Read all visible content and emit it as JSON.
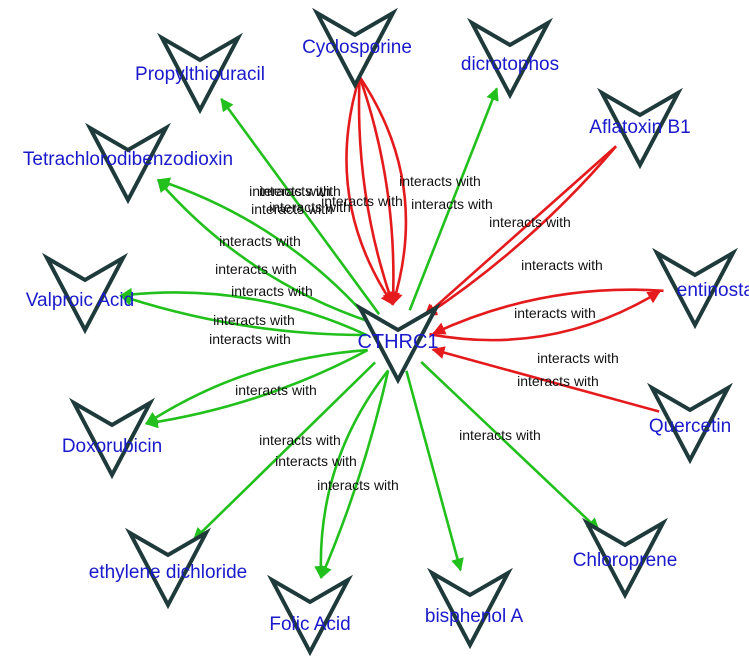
{
  "graph": {
    "center": {
      "id": "CTHRC1",
      "label": "CTHRC1"
    },
    "colors": {
      "decrease": "#e41a1c",
      "increase": "#22c01c",
      "node_stroke": "#1f3a3a",
      "node_label": "#1a1acc",
      "edge_label": "#111111"
    },
    "nodes": [
      {
        "id": "cyclosporine",
        "label": "Cyclosporine"
      },
      {
        "id": "dicrotophos",
        "label": "dicrotophos"
      },
      {
        "id": "propylthiouracil",
        "label": "Propylthiouracil"
      },
      {
        "id": "aflatoxin",
        "label": "Aflatoxin B1"
      },
      {
        "id": "tcdd",
        "label": "Tetrachlorodibenzodioxin"
      },
      {
        "id": "entinostat",
        "label": "entinostat"
      },
      {
        "id": "valproic",
        "label": "Valproic Acid"
      },
      {
        "id": "quercetin",
        "label": "Quercetin"
      },
      {
        "id": "doxorubicin",
        "label": "Doxorubicin"
      },
      {
        "id": "chloroprene",
        "label": "Chloroprene"
      },
      {
        "id": "ethylene",
        "label": "ethylene dichloride"
      },
      {
        "id": "folic",
        "label": "Folic Acid"
      },
      {
        "id": "bisphenol",
        "label": "bisphenol A"
      }
    ],
    "edges": [
      {
        "from": "cyclosporine",
        "to": "CTHRC1",
        "color": "decrease",
        "label": "interacts with"
      },
      {
        "from": "cyclosporine",
        "to": "CTHRC1",
        "color": "decrease",
        "label": "interacts with"
      },
      {
        "from": "cyclosporine",
        "to": "CTHRC1",
        "color": "decrease",
        "label": "interacts with"
      },
      {
        "from": "cyclosporine",
        "to": "CTHRC1",
        "color": "decrease",
        "label": "interacts with"
      },
      {
        "from": "aflatoxin",
        "to": "CTHRC1",
        "color": "decrease",
        "label": "interacts with"
      },
      {
        "from": "aflatoxin",
        "to": "CTHRC1",
        "color": "decrease",
        "label": "interacts with"
      },
      {
        "from": "entinostat",
        "to": "CTHRC1",
        "color": "decrease",
        "label": "interacts with"
      },
      {
        "from": "CTHRC1",
        "to": "entinostat",
        "color": "decrease",
        "label": "interacts with"
      },
      {
        "from": "quercetin",
        "to": "CTHRC1",
        "color": "decrease",
        "label": "interacts with"
      },
      {
        "from": "CTHRC1",
        "to": "dicrotophos",
        "color": "increase",
        "label": "interacts with"
      },
      {
        "from": "CTHRC1",
        "to": "propylthiouracil",
        "color": "increase",
        "label": "interacts with"
      },
      {
        "from": "CTHRC1",
        "to": "tcdd",
        "color": "increase",
        "label": "interacts with"
      },
      {
        "from": "CTHRC1",
        "to": "tcdd",
        "color": "increase",
        "label": "interacts with"
      },
      {
        "from": "CTHRC1",
        "to": "valproic",
        "color": "increase",
        "label": "interacts with"
      },
      {
        "from": "CTHRC1",
        "to": "valproic",
        "color": "increase",
        "label": "interacts with"
      },
      {
        "from": "CTHRC1",
        "to": "doxorubicin",
        "color": "increase",
        "label": "interacts with"
      },
      {
        "from": "CTHRC1",
        "to": "doxorubicin",
        "color": "increase",
        "label": "interacts with"
      },
      {
        "from": "CTHRC1",
        "to": "ethylene",
        "color": "increase",
        "label": "interacts with"
      },
      {
        "from": "CTHRC1",
        "to": "folic",
        "color": "increase",
        "label": "interacts with"
      },
      {
        "from": "CTHRC1",
        "to": "folic",
        "color": "increase",
        "label": "interacts with"
      },
      {
        "from": "CTHRC1",
        "to": "bisphenol",
        "color": "increase",
        "label": "interacts with"
      },
      {
        "from": "CTHRC1",
        "to": "chloroprene",
        "color": "increase",
        "label": "interacts with"
      }
    ]
  }
}
